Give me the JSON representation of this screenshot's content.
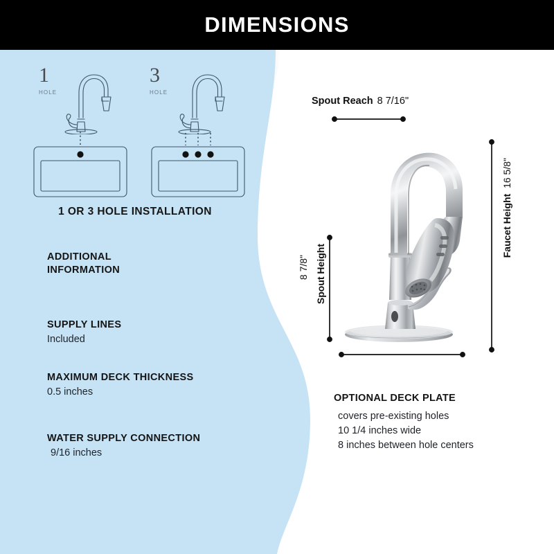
{
  "header": {
    "title": "DIMENSIONS"
  },
  "colors": {
    "panel_blue": "#c6e3f6",
    "header_black": "#000000",
    "text_dark": "#141414",
    "line_art": "#3c5663",
    "caption_gray": "#6b7a84"
  },
  "left_panel": {
    "hole_options": [
      {
        "number": "1",
        "caption": "HOLE"
      },
      {
        "number": "3",
        "caption": "HOLE"
      }
    ],
    "installation_caption": "1 OR 3 HOLE INSTALLATION",
    "additional_information_heading_line1": "ADDITIONAL",
    "additional_information_heading_line2": "INFORMATION",
    "specs": [
      {
        "label": "SUPPLY LINES",
        "value": "Included"
      },
      {
        "label": "MAXIMUM DECK THICKNESS",
        "value": "0.5 inches"
      },
      {
        "label": "WATER SUPPLY CONNECTION",
        "value": "9/16 inches"
      }
    ]
  },
  "right_panel": {
    "spout_reach": {
      "label": "Spout Reach",
      "value": "8 7/16\""
    },
    "faucet_height": {
      "label": "Faucet Height",
      "value": "16 5/8\""
    },
    "spout_height": {
      "label": "Spout Height",
      "value": "8 7/8\""
    },
    "deck_plate": {
      "heading": "OPTIONAL DECK PLATE",
      "lines": [
        "covers pre-existing holes",
        "10 1/4 inches wide",
        "8 inches between hole centers"
      ]
    }
  }
}
